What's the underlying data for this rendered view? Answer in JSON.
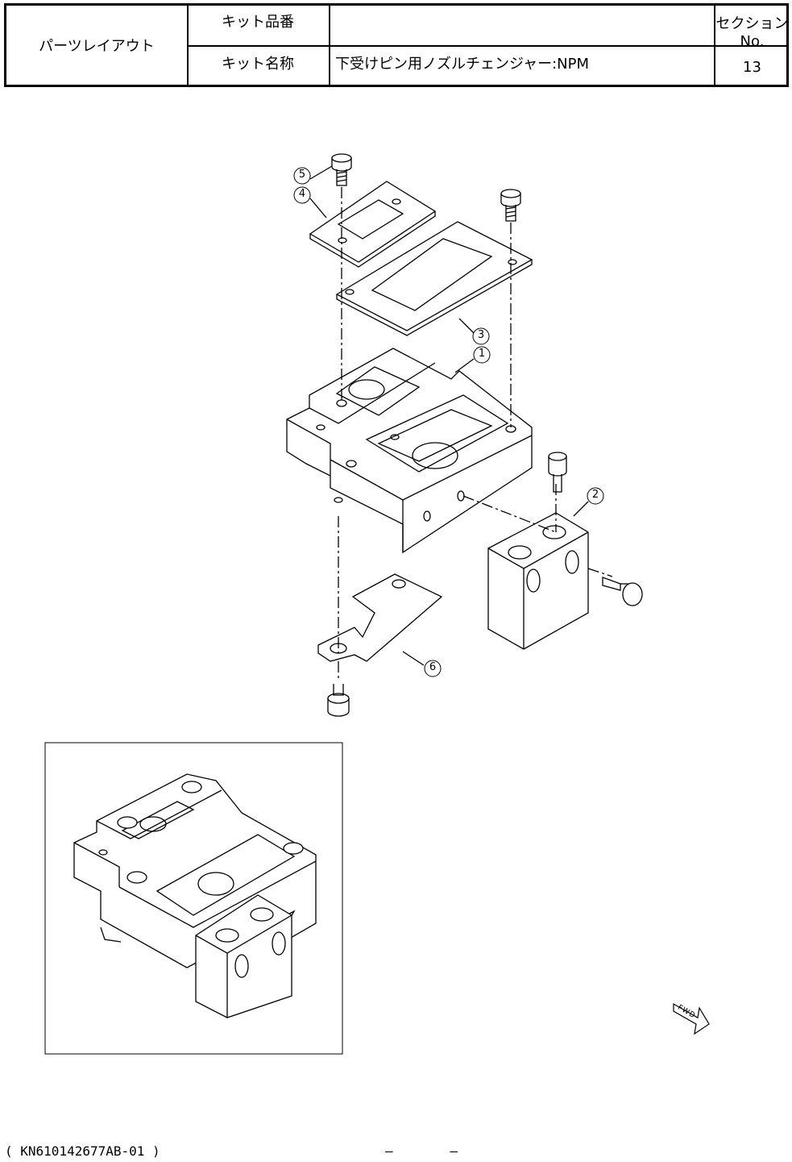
{
  "header": {
    "title": "パーツレイアウト",
    "kit_number_label": "キット品番",
    "kit_number_value": "",
    "section_label": "セクションNo.",
    "kit_name_label": "キット名称",
    "kit_name_value": "下受けピン用ノズルチェンジャー:NPM",
    "section_value": "13"
  },
  "callouts": {
    "c1": "1",
    "c2": "2",
    "c3": "3",
    "c4": "4",
    "c5": "5",
    "c6": "6"
  },
  "fwd_label": "FWD",
  "footer": {
    "code": "( KN610142677AB-01 )",
    "page_left": "—",
    "page_right": "—"
  }
}
